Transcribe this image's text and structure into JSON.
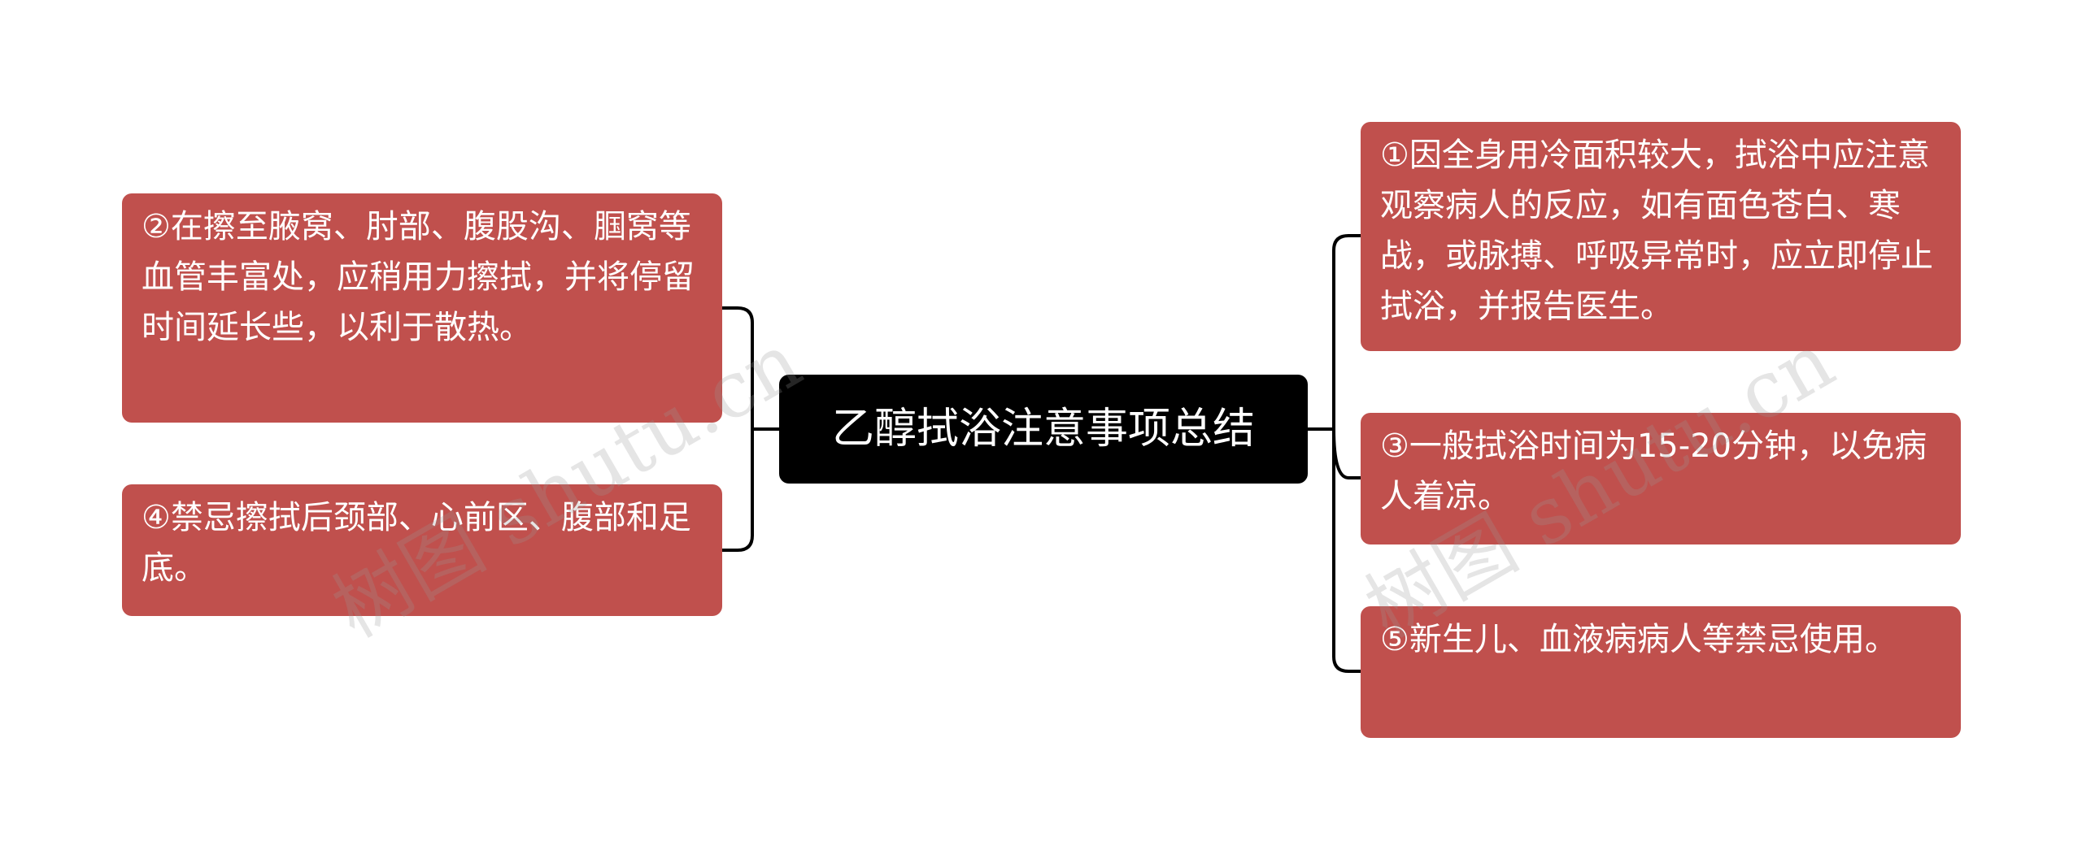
{
  "mindmap": {
    "central_topic": "乙醇拭浴注意事项总结",
    "left_branches": [
      {
        "text": "②在擦至腋窝、肘部、腹股沟、腘窝等血管丰富处，应稍用力擦拭，并将停留时间延长些，以利于散热。"
      },
      {
        "text": "④禁忌擦拭后颈部、心前区、腹部和足底。"
      }
    ],
    "right_branches": [
      {
        "text": "①因全身用冷面积较大，拭浴中应注意观察病人的反应，如有面色苍白、寒战，或脉搏、呼吸异常时，应立即停止拭浴，并报告医生。"
      },
      {
        "text": "③一般拭浴时间为15-20分钟，以免病人着凉。"
      },
      {
        "text": "⑤新生儿、血液病病人等禁忌使用。"
      }
    ]
  },
  "watermark": {
    "text": "树图 shutu.cn"
  },
  "colors": {
    "central_bg": "#000000",
    "central_text": "#ffffff",
    "branch_bg": "#c0504d",
    "branch_text": "#ffffff",
    "connector": "#000000",
    "watermark": "#969696"
  }
}
